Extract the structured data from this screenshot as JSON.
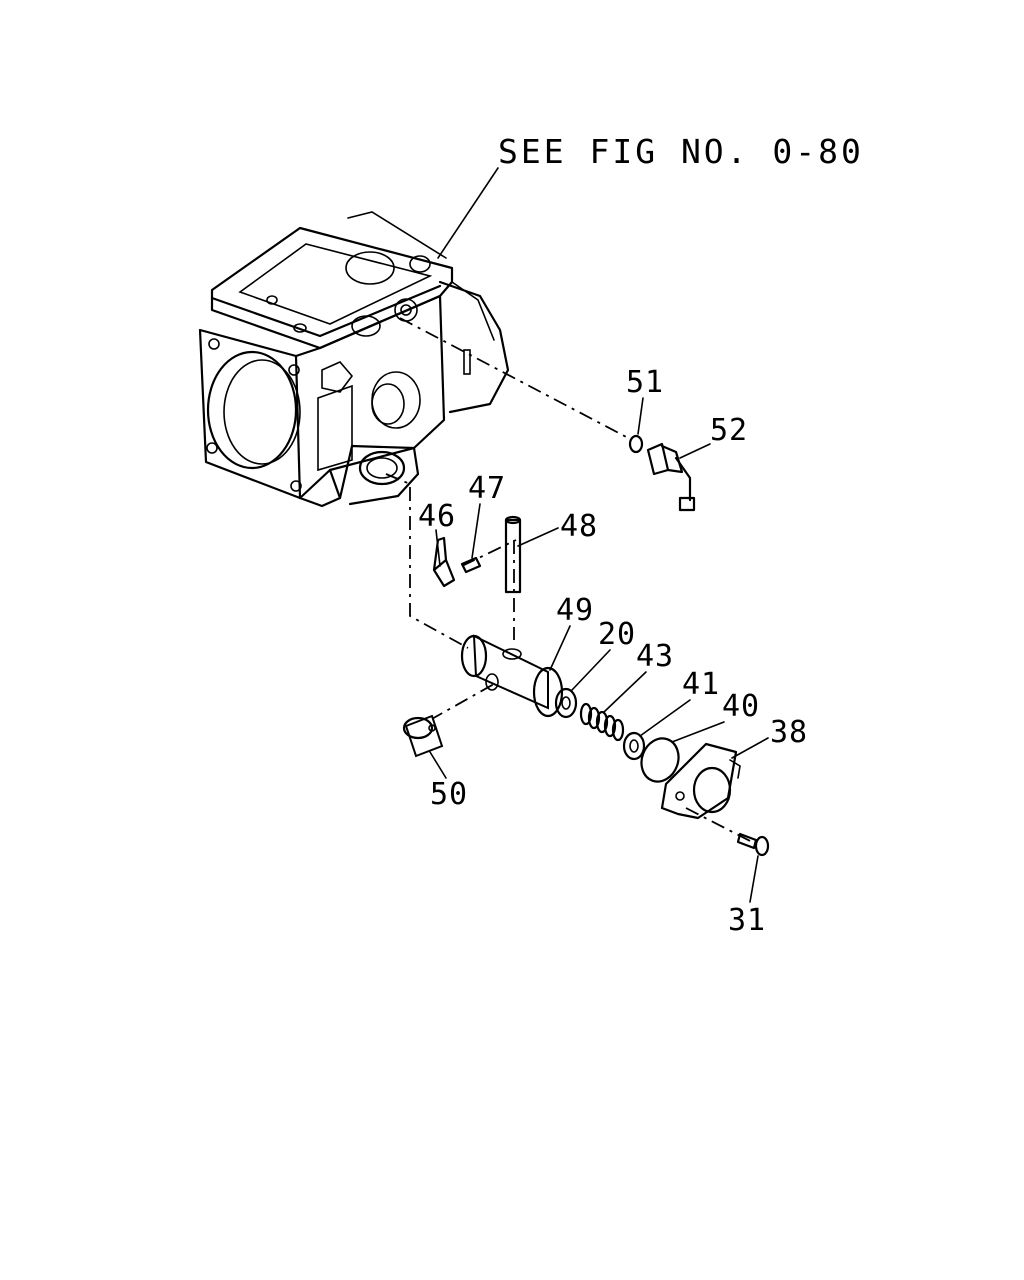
{
  "reference": "SEE FIG NO. 0-80",
  "callouts": {
    "p31": "31",
    "p38": "38",
    "p40": "40",
    "p41": "41",
    "p43": "43",
    "p20": "20",
    "p49": "49",
    "p50": "50",
    "p46": "46",
    "p47": "47",
    "p48": "48",
    "p51": "51",
    "p52": "52"
  }
}
